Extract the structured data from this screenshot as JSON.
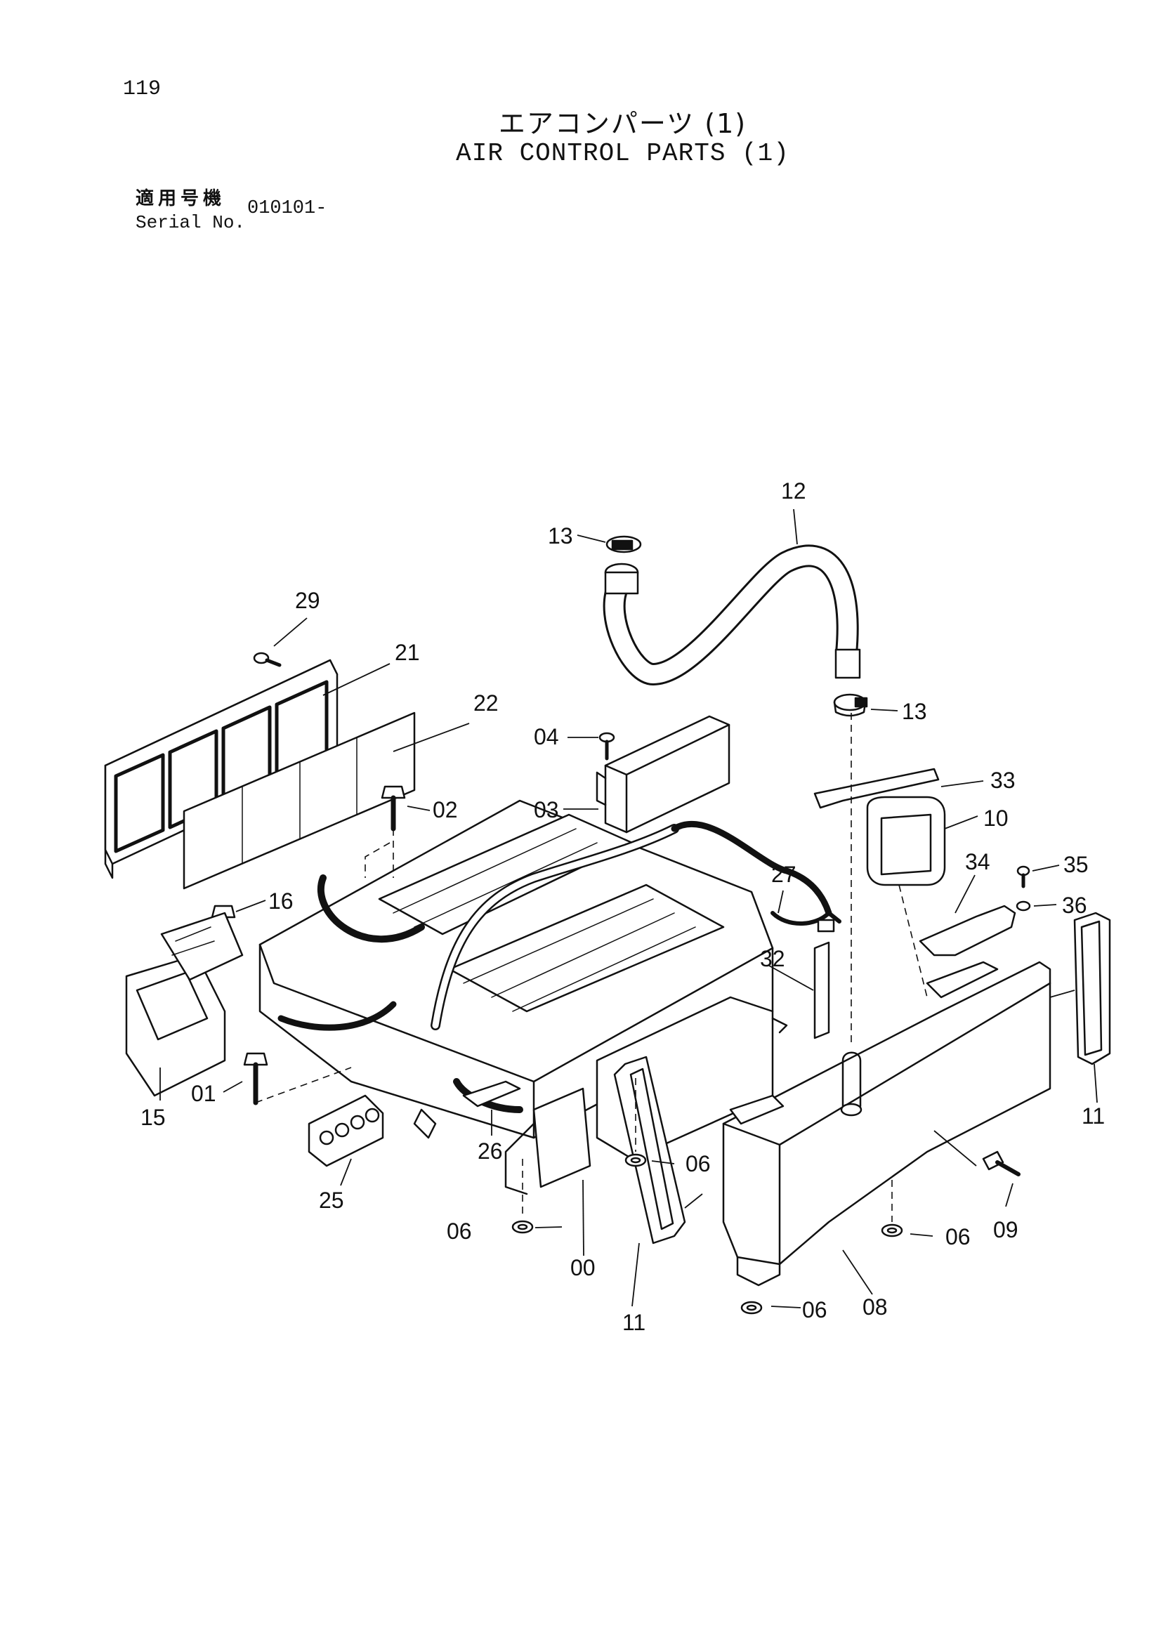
{
  "page_number": "119",
  "title_jp": "エアコンパーツ (1)",
  "title_en": "AIR CONTROL PARTS (1)",
  "serial_label_jp": "適用号機",
  "serial_label_en": "Serial No.",
  "serial_value": "010101-",
  "callouts": {
    "c12": "12",
    "c13a": "13",
    "c13b": "13",
    "c29": "29",
    "c21": "21",
    "c22": "22",
    "c04": "04",
    "c03": "03",
    "c02": "02",
    "c33": "33",
    "c10": "10",
    "c34": "34",
    "c35": "35",
    "c36": "36",
    "c16": "16",
    "c27": "27",
    "c32": "32",
    "c11a": "11",
    "c15": "15",
    "c01": "01",
    "c25": "25",
    "c26": "26",
    "c06a": "06",
    "c06b": "06",
    "c06c": "06",
    "c06d": "06",
    "c09": "09",
    "c00": "00",
    "c11b": "11",
    "c08": "08"
  }
}
